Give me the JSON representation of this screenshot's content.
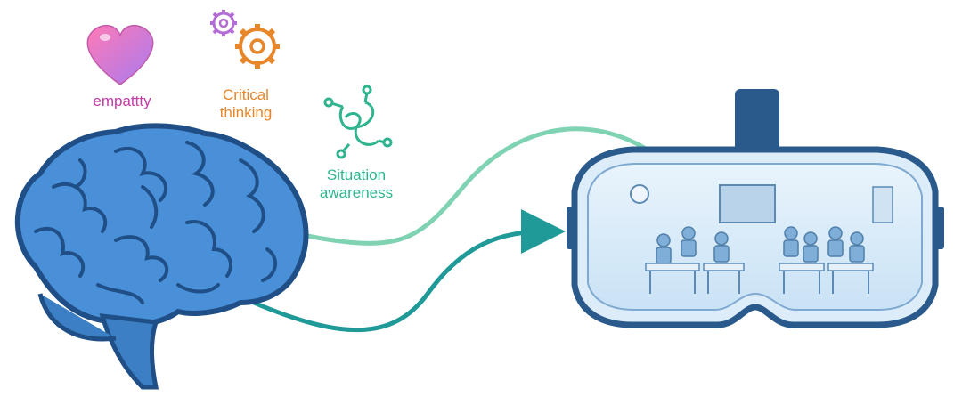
{
  "labels": {
    "empathy": "empattty",
    "critical_thinking": "Critical\nthinking",
    "situation_awareness": "Situation\nawareness"
  },
  "icons": {
    "empathy": "heart-icon",
    "critical_thinking": "gears-icon",
    "situation_awareness": "swirl-network-icon",
    "brain": "brain-icon",
    "headset": "vr-headset-icon"
  },
  "colors": {
    "empathy_text": "#c43aa8",
    "critical_text": "#e8862a",
    "situation_text": "#2fb48f",
    "brain_fill": "#4a90d9",
    "brain_outline": "#1f4f86",
    "headset_frame": "#2a5a8c",
    "arrow_light": "#7fd3b3",
    "arrow_dark": "#1f9a98"
  }
}
